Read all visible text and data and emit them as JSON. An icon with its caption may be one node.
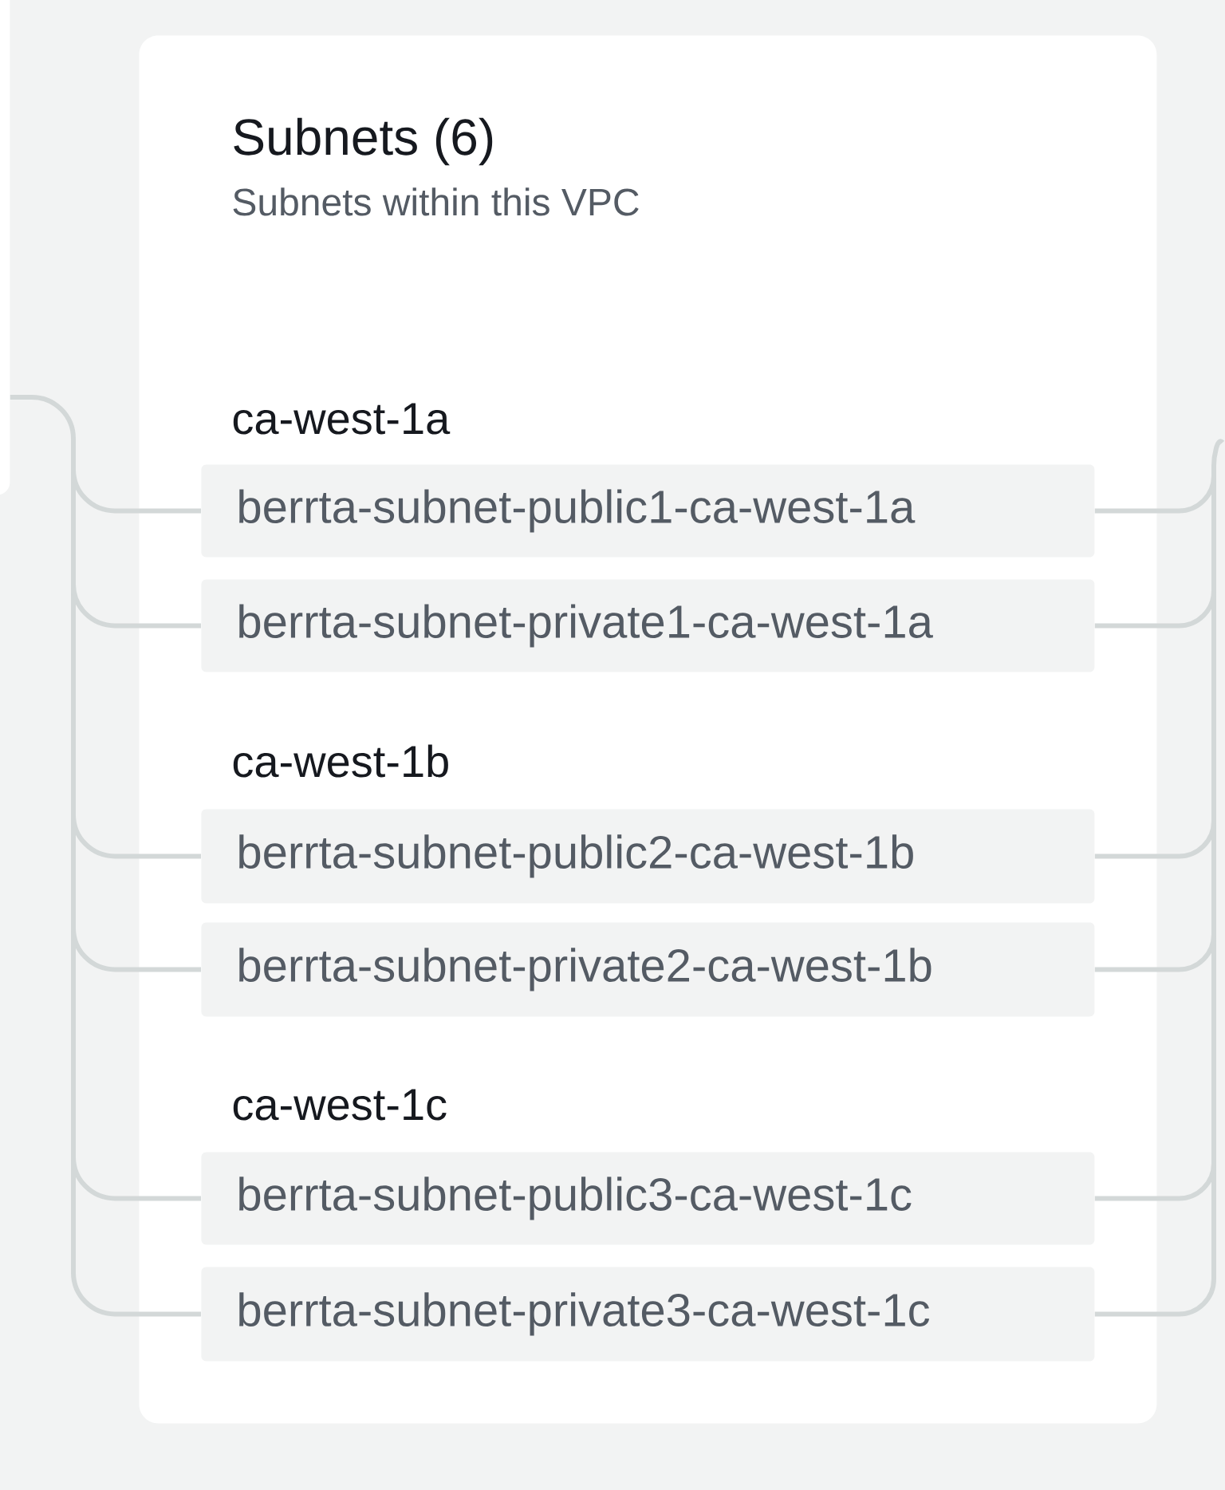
{
  "diagram": {
    "nodes": [
      {
        "text": [],
        "shape": "box"
      },
      {
        "text": [
          "Subnets (6)",
          "Subnets within this VPC"
        ]
      },
      {
        "text": [
          "berrta-subnet-public1-ca-west-1a"
        ],
        "in": 1
      },
      {
        "text": [
          "berrta-subnet-private1-ca-west-1a"
        ],
        "in": 1
      },
      {
        "text": [
          "berrta-subnet-public2-ca-west-1b"
        ],
        "in": 1
      },
      {
        "text": [
          "berrta-subnet-private2-ca-west-1b"
        ],
        "in": 1
      },
      {
        "text": [
          "berrta-subnet-public3-ca-west-1c"
        ],
        "in": 1
      },
      {
        "text": [
          "berrta-subnet-private3-ca-west-1c"
        ],
        "in": 1
      }
    ],
    "edges": [
      {
        "from": 0,
        "to": 2,
        "arrow": "none"
      },
      {
        "from": 0,
        "to": 3,
        "arrow": "none"
      },
      {
        "from": 0,
        "to": 4,
        "arrow": "none"
      },
      {
        "from": 0,
        "to": 5,
        "arrow": "none"
      },
      {
        "from": 0,
        "to": 6,
        "arrow": "none"
      },
      {
        "from": 0,
        "to": 7,
        "arrow": "none"
      },
      {
        "from": 2,
        "to": null,
        "arrow": "none"
      },
      {
        "from": 3,
        "to": null,
        "arrow": "none"
      },
      {
        "from": 4,
        "to": null,
        "arrow": "none"
      },
      {
        "from": 5,
        "to": null,
        "arrow": "none"
      },
      {
        "from": 6,
        "to": null,
        "arrow": "none"
      },
      {
        "from": 7,
        "to": null,
        "arrow": "none"
      }
    ],
    "labels": [
      "ca-west-1a",
      "ca-west-1b",
      "ca-west-1c"
    ]
  }
}
